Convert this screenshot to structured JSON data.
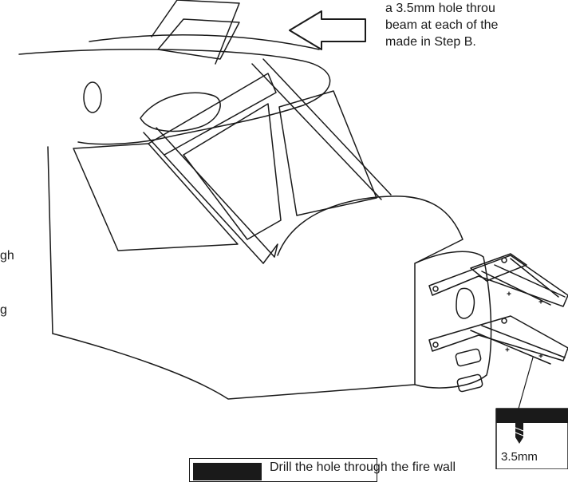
{
  "instruction": {
    "lines": [
      "a 3.5mm hole throu",
      "beam at each of the",
      "made in Step B."
    ]
  },
  "cut_fragments": {
    "left_upper": "gh",
    "left_lower": "g"
  },
  "note": {
    "text": "Drill the hole through the fire wall"
  },
  "drill": {
    "size_label": "3.5mm"
  },
  "colors": {
    "ink": "#1a1a1a",
    "paper": "#ffffff"
  }
}
